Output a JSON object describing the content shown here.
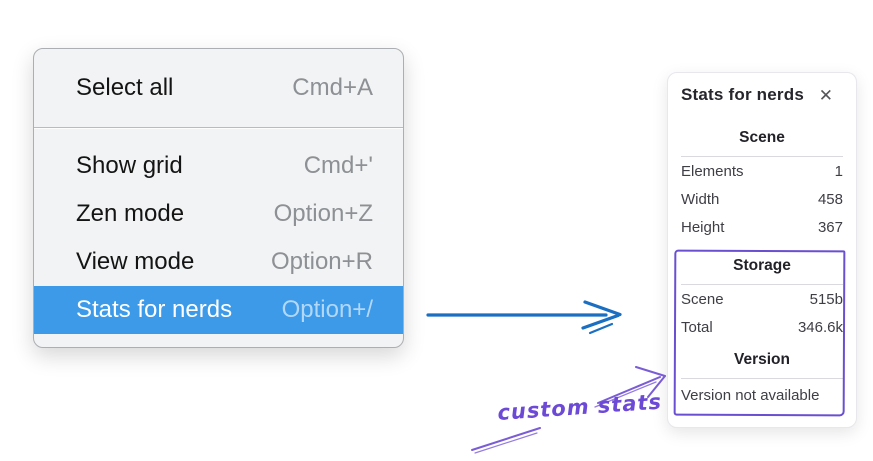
{
  "menu": {
    "items": [
      {
        "label": "Select all",
        "shortcut": "Cmd+A"
      },
      {
        "label": "Show grid",
        "shortcut": "Cmd+'"
      },
      {
        "label": "Zen mode",
        "shortcut": "Option+Z"
      },
      {
        "label": "View mode",
        "shortcut": "Option+R"
      },
      {
        "label": "Stats for nerds",
        "shortcut": "Option+/",
        "highlighted": true
      }
    ],
    "highlight_color": "#3d9ae9"
  },
  "flow_arrow": {
    "color": "#1b6fc2",
    "direction": "right"
  },
  "stats_panel": {
    "title": "Stats for nerds",
    "close_icon": "✕",
    "scene": {
      "header": "Scene",
      "rows": [
        {
          "label": "Elements",
          "value": "1"
        },
        {
          "label": "Width",
          "value": "458"
        },
        {
          "label": "Height",
          "value": "367"
        }
      ]
    },
    "storage": {
      "header": "Storage",
      "rows": [
        {
          "label": "Scene",
          "value": "515b"
        },
        {
          "label": "Total",
          "value": "346.6k"
        }
      ]
    },
    "version": {
      "header": "Version",
      "note": "Version not available"
    }
  },
  "annotation": {
    "label": "custom stats",
    "text_color": "#6d4ad6",
    "stroke_color": "#7a5cd6",
    "box_color": "#6a4fd0"
  }
}
